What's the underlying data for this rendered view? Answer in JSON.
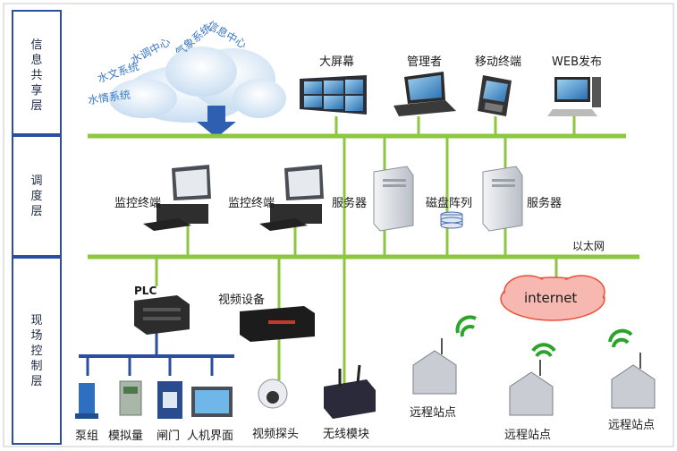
{
  "layers": [
    {
      "id": "info",
      "label": "信\n息\n共\n享\n层"
    },
    {
      "id": "dispatch",
      "label": "调\n度\n层"
    },
    {
      "id": "field",
      "label": "现\n场\n控\n制\n层"
    }
  ],
  "cloud_systems": [
    "水情系统",
    "水文系统",
    "水调中心",
    "气象系统",
    "信息中心"
  ],
  "info_devices": [
    "大屏幕",
    "管理者",
    "移动终端",
    "WEB发布"
  ],
  "dispatch_devices": [
    "监控终端",
    "监控终端",
    "服务器",
    "磁盘阵列",
    "服务器"
  ],
  "ethernet_label": "以太网",
  "plc_label": "PLC",
  "video_label": "视频设备",
  "internet_label": "internet",
  "field_devices": [
    "泵组",
    "模拟量",
    "闸门",
    "人机界面",
    "视频探头",
    "无线模块"
  ],
  "remote_stations": [
    "远程站点",
    "远程站点",
    "远程站点"
  ],
  "colors": {
    "bus": "#8dc63f",
    "plc_bus": "#2b4f9e",
    "border": "#2b4f9e",
    "cloud_text": "#3a78c6",
    "wifi": "#2aa52a",
    "internet": "#e8503c"
  }
}
